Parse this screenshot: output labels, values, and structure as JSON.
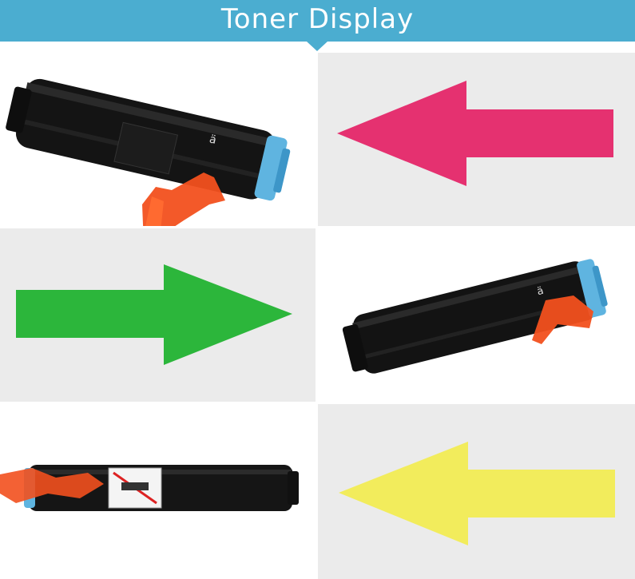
{
  "header": {
    "title": "Toner Display",
    "color": "#4badd0"
  },
  "panels": [
    {
      "kind": "product-photo",
      "icon": "toner-cartridge"
    },
    {
      "kind": "arrow",
      "direction": "left",
      "color": "#e53170",
      "icon": "arrow-left-icon"
    },
    {
      "kind": "arrow",
      "direction": "right",
      "color": "#2cb63b",
      "icon": "arrow-right-icon"
    },
    {
      "kind": "product-photo",
      "icon": "toner-cartridge"
    },
    {
      "kind": "product-photo",
      "icon": "toner-cartridge"
    },
    {
      "kind": "arrow",
      "direction": "left",
      "color": "#f2ec5c",
      "icon": "arrow-left-icon"
    }
  ]
}
